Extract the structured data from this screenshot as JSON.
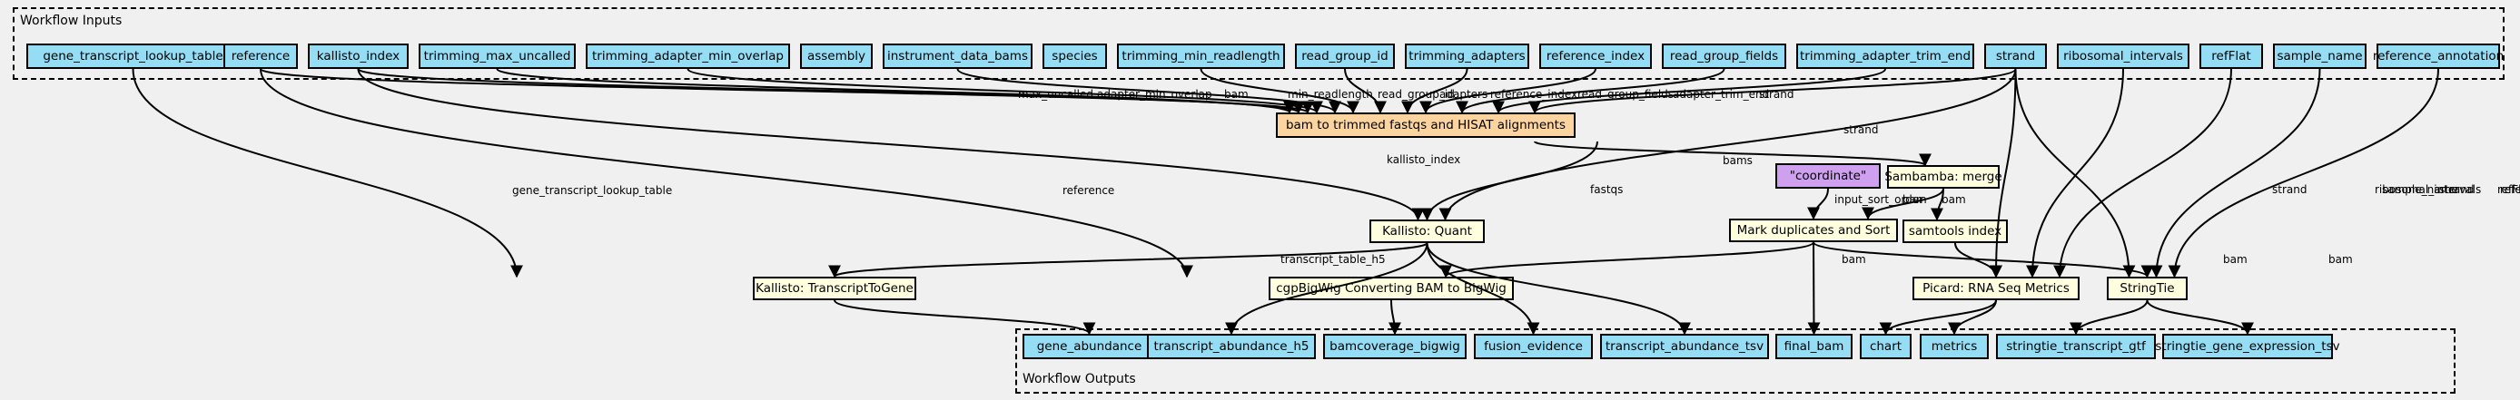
{
  "clusters": {
    "inputs_title": "Workflow Inputs",
    "outputs_title": "Workflow Outputs"
  },
  "inputs": [
    {
      "id": "gene_transcript_lookup_table",
      "label": "gene_transcript_lookup_table"
    },
    {
      "id": "reference",
      "label": "reference"
    },
    {
      "id": "kallisto_index",
      "label": "kallisto_index"
    },
    {
      "id": "trimming_max_uncalled",
      "label": "trimming_max_uncalled"
    },
    {
      "id": "trimming_adapter_min_overlap",
      "label": "trimming_adapter_min_overlap"
    },
    {
      "id": "assembly",
      "label": "assembly"
    },
    {
      "id": "instrument_data_bams",
      "label": "instrument_data_bams"
    },
    {
      "id": "species",
      "label": "species"
    },
    {
      "id": "trimming_min_readlength",
      "label": "trimming_min_readlength"
    },
    {
      "id": "read_group_id",
      "label": "read_group_id"
    },
    {
      "id": "trimming_adapters",
      "label": "trimming_adapters"
    },
    {
      "id": "reference_index",
      "label": "reference_index"
    },
    {
      "id": "read_group_fields",
      "label": "read_group_fields"
    },
    {
      "id": "trimming_adapter_trim_end",
      "label": "trimming_adapter_trim_end"
    },
    {
      "id": "strand",
      "label": "strand"
    },
    {
      "id": "ribosomal_intervals",
      "label": "ribosomal_intervals"
    },
    {
      "id": "refFlat",
      "label": "refFlat"
    },
    {
      "id": "sample_name",
      "label": "sample_name"
    },
    {
      "id": "reference_annotation",
      "label": "reference_annotation"
    }
  ],
  "steps": [
    {
      "id": "bam_to_trimmed",
      "label": "bam to trimmed fastqs and HISAT alignments",
      "kind": "wf"
    },
    {
      "id": "coordinate",
      "label": "\"coordinate\"",
      "kind": "const"
    },
    {
      "id": "sambamba",
      "label": "Sambamba: merge",
      "kind": "step"
    },
    {
      "id": "kallisto_quant",
      "label": "Kallisto: Quant",
      "kind": "step"
    },
    {
      "id": "mark_dup",
      "label": "Mark duplicates and Sort",
      "kind": "step"
    },
    {
      "id": "samtools_index",
      "label": "samtools index",
      "kind": "step"
    },
    {
      "id": "transcript_to_gene",
      "label": "Kallisto: TranscriptToGene",
      "kind": "step"
    },
    {
      "id": "cgpbigwig",
      "label": "cgpBigWig Converting BAM to BigWig",
      "kind": "step"
    },
    {
      "id": "picard",
      "label": "Picard: RNA Seq Metrics",
      "kind": "step"
    },
    {
      "id": "stringtie",
      "label": "StringTie",
      "kind": "step"
    }
  ],
  "outputs": [
    {
      "id": "gene_abundance",
      "label": "gene_abundance"
    },
    {
      "id": "transcript_abundance_h5",
      "label": "transcript_abundance_h5"
    },
    {
      "id": "bamcoverage_bigwig",
      "label": "bamcoverage_bigwig"
    },
    {
      "id": "fusion_evidence",
      "label": "fusion_evidence"
    },
    {
      "id": "transcript_abundance_tsv",
      "label": "transcript_abundance_tsv"
    },
    {
      "id": "final_bam",
      "label": "final_bam"
    },
    {
      "id": "chart",
      "label": "chart"
    },
    {
      "id": "metrics",
      "label": "metrics"
    },
    {
      "id": "stringtie_transcript_gtf",
      "label": "stringtie_transcript_gtf"
    },
    {
      "id": "stringtie_gene_expression_tsv",
      "label": "stringtie_gene_expression_tsv"
    }
  ],
  "edges": [
    {
      "id": "e1",
      "label": "max_uncalled"
    },
    {
      "id": "e2",
      "label": "adapter_min_overlap"
    },
    {
      "id": "e3",
      "label": "bam"
    },
    {
      "id": "e4",
      "label": "min_readlength"
    },
    {
      "id": "e5",
      "label": "read_group_id"
    },
    {
      "id": "e6",
      "label": "adapters"
    },
    {
      "id": "e7",
      "label": "reference_index"
    },
    {
      "id": "e8",
      "label": "read_group_fields"
    },
    {
      "id": "e9",
      "label": "adapter_trim_end"
    },
    {
      "id": "e10",
      "label": "strand"
    },
    {
      "id": "e11",
      "label": "gene_transcript_lookup_table"
    },
    {
      "id": "e12",
      "label": "reference"
    },
    {
      "id": "e13",
      "label": "kallisto_index"
    },
    {
      "id": "e14",
      "label": "bams"
    },
    {
      "id": "e15",
      "label": "strand"
    },
    {
      "id": "e16",
      "label": "fastqs"
    },
    {
      "id": "e17",
      "label": "input_sort_order"
    },
    {
      "id": "e18",
      "label": "bam"
    },
    {
      "id": "e19",
      "label": "bam"
    },
    {
      "id": "e20",
      "label": "transcript_table_h5"
    },
    {
      "id": "e21",
      "label": "bam"
    },
    {
      "id": "e22",
      "label": "bam"
    },
    {
      "id": "e23",
      "label": "bam"
    },
    {
      "id": "e24",
      "label": "strand"
    },
    {
      "id": "e25",
      "label": "ribosomal_intervals"
    },
    {
      "id": "e26",
      "label": "strand"
    },
    {
      "id": "e27",
      "label": "refFlat"
    },
    {
      "id": "e28",
      "label": "sample_name"
    },
    {
      "id": "e29",
      "label": "reference_annotation"
    }
  ],
  "colors": {
    "io": "#94ddf4",
    "step": "#ffffe0",
    "workflow": "#fcd4a0",
    "constant": "#d0a0f0",
    "background": "#f0f0f0"
  }
}
